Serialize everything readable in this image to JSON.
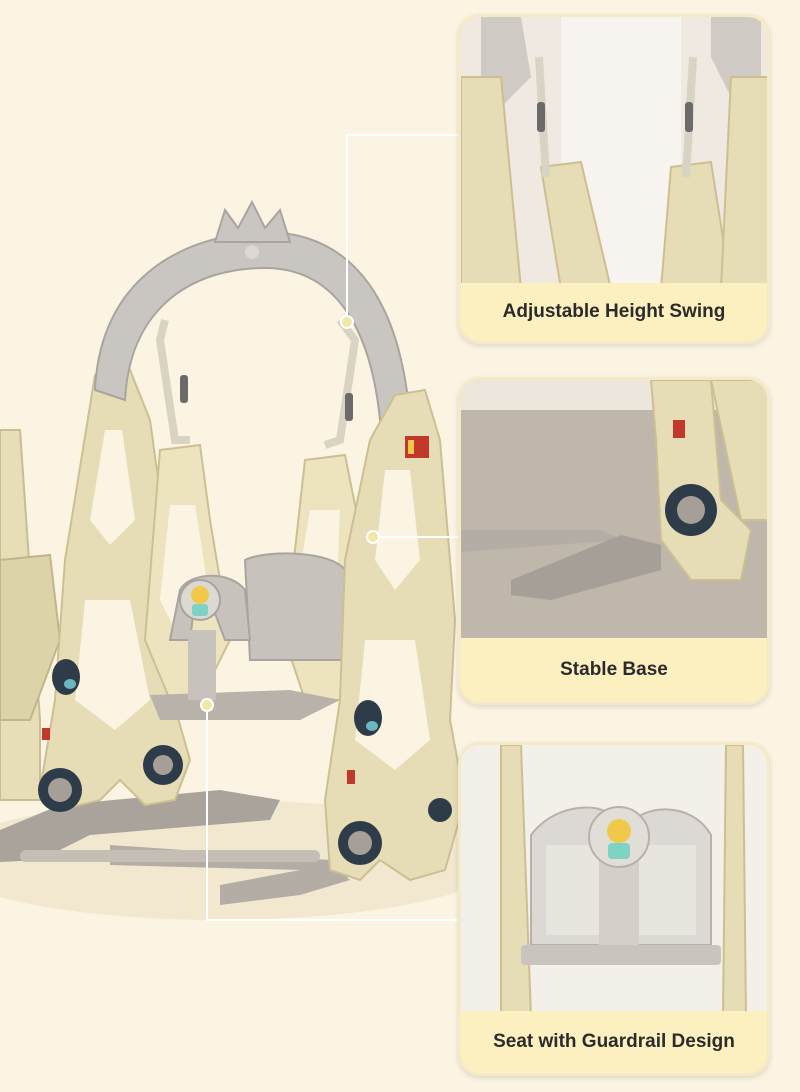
{
  "callouts": {
    "swing": "Adjustable Height Swing",
    "base": "Stable Base",
    "seat": "Seat with Guardrail Design"
  },
  "colors": {
    "background": "#fbf4e3",
    "frame": "#e6dcb5",
    "arch": "#c9c6c2",
    "label_bg": "#fdf0c0",
    "accent_red": "#c0392b",
    "wheel": "#2e3c4a"
  }
}
